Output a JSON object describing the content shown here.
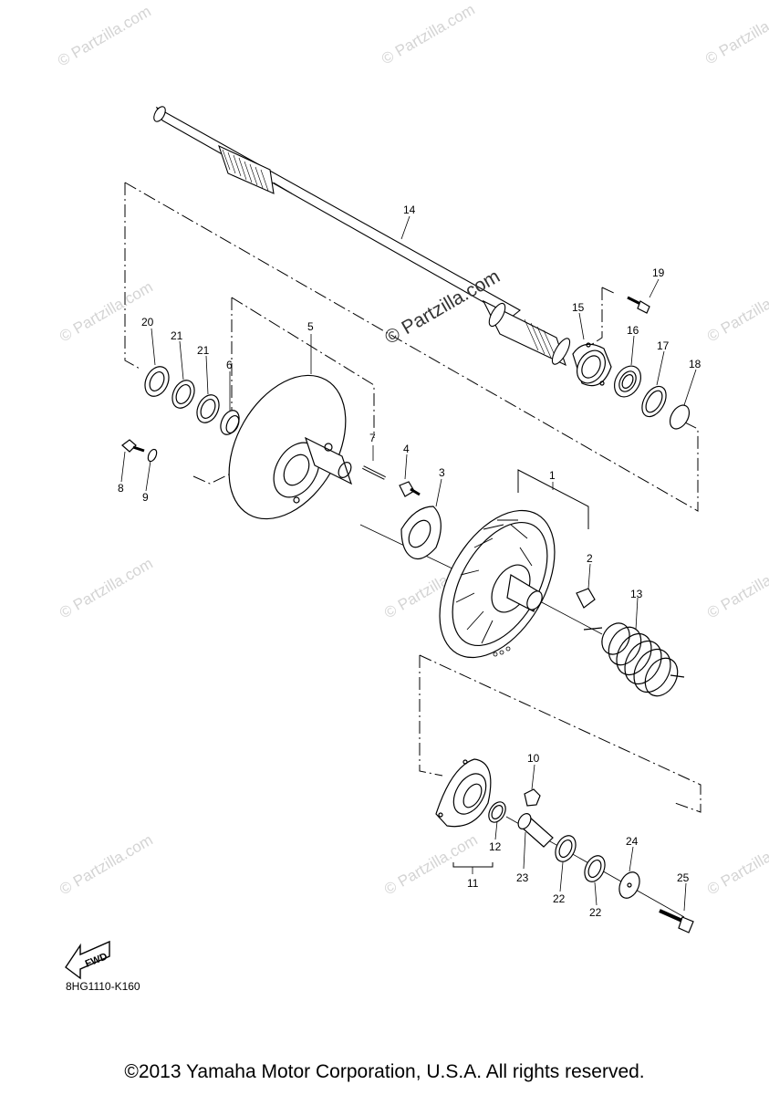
{
  "watermark": "© Partzilla.com",
  "center_watermark": "© Partzilla.com",
  "callouts": {
    "c1": "1",
    "c2": "2",
    "c3": "3",
    "c4": "4",
    "c5": "5",
    "c6": "6",
    "c7": "7",
    "c8": "8",
    "c9": "9",
    "c10": "10",
    "c11": "11",
    "c12": "12",
    "c13": "13",
    "c14": "14",
    "c15": "15",
    "c16": "16",
    "c17": "17",
    "c18": "18",
    "c19": "19",
    "c20": "20",
    "c21a": "21",
    "c21b": "21",
    "c22a": "22",
    "c22b": "22",
    "c23": "23",
    "c24": "24",
    "c25": "25"
  },
  "fwd_label": "FWD",
  "diagram_code": "8HG1110-K160",
  "copyright": "©2013 Yamaha Motor Corporation, U.S.A. All rights reserved."
}
